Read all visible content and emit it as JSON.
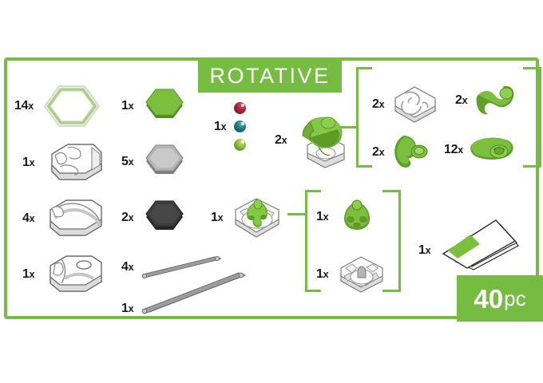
{
  "banner": {
    "title": "ROTATIVE"
  },
  "badge": {
    "count": "40",
    "unit": "pc"
  },
  "colors": {
    "brand_green": "#76bc43",
    "dark_green": "#5fa32e",
    "mid_green": "#7cbf3f",
    "light_green": "#a8d373",
    "gray_light": "#e3e3e3",
    "gray_mid": "#9b9b9b",
    "gray_dark": "#3c3c3c",
    "marble_red": "#9e2232",
    "marble_teal": "#1a6e78",
    "marble_green": "#7fb434",
    "outline": "#58585a"
  },
  "column1": [
    {
      "qty": "14",
      "x": "x",
      "name": "hex-base-plate-clear",
      "label": "hexagonal base plate"
    },
    {
      "qty": "1",
      "x": "x",
      "name": "block-catch",
      "label": "catch block"
    },
    {
      "qty": "4",
      "x": "x",
      "name": "block-curve",
      "label": "curve block"
    },
    {
      "qty": "1",
      "x": "x",
      "name": "block-drop",
      "label": "drop block"
    }
  ],
  "column2": [
    {
      "qty": "1",
      "x": "x",
      "name": "hex-tile-green",
      "label": "green hexagon tile"
    },
    {
      "qty": "5",
      "x": "x",
      "name": "hex-tile-gray",
      "label": "gray hexagon tile"
    },
    {
      "qty": "2",
      "x": "x",
      "name": "hex-tile-black",
      "label": "black hexagon tile"
    },
    {
      "qty": "4",
      "x": "x",
      "name": "rail-short",
      "label": "short rail"
    },
    {
      "qty": "1",
      "x": "x",
      "name": "rail-long",
      "label": "long rail"
    }
  ],
  "marbles": {
    "qty": "1",
    "x": "x",
    "name": "marble-set",
    "items": [
      {
        "name": "marble-red",
        "color": "#9e2232"
      },
      {
        "name": "marble-teal",
        "color": "#1a6e78"
      },
      {
        "name": "marble-green",
        "color": "#7fb434"
      }
    ]
  },
  "spiral_group": {
    "lead": {
      "qty": "2",
      "x": "x",
      "name": "spiral-assembly",
      "label": "spiral assembly on base"
    },
    "members": [
      {
        "qty": "2",
        "x": "x",
        "name": "spiral-housing-tile",
        "label": "spiral housing tile"
      },
      {
        "qty": "2",
        "x": "x",
        "name": "spiral-blade-upper",
        "label": "upper spiral blade"
      },
      {
        "qty": "2",
        "x": "x",
        "name": "spiral-blade-lower",
        "label": "lower spiral blade"
      },
      {
        "qty": "12",
        "x": "x",
        "name": "spiral-vane",
        "label": "spiral vane"
      }
    ]
  },
  "turbine_group": {
    "lead": {
      "qty": "1",
      "x": "x",
      "name": "turbine-assembly",
      "label": "turbine assembly on base"
    },
    "members": [
      {
        "qty": "1",
        "x": "x",
        "name": "turbine-rotor",
        "label": "green turbine rotor"
      },
      {
        "qty": "1",
        "x": "x",
        "name": "turbine-housing",
        "label": "turbine housing tile"
      }
    ]
  },
  "manual": {
    "qty": "1",
    "x": "x",
    "name": "instruction-manual",
    "label": "instruction booklet"
  }
}
